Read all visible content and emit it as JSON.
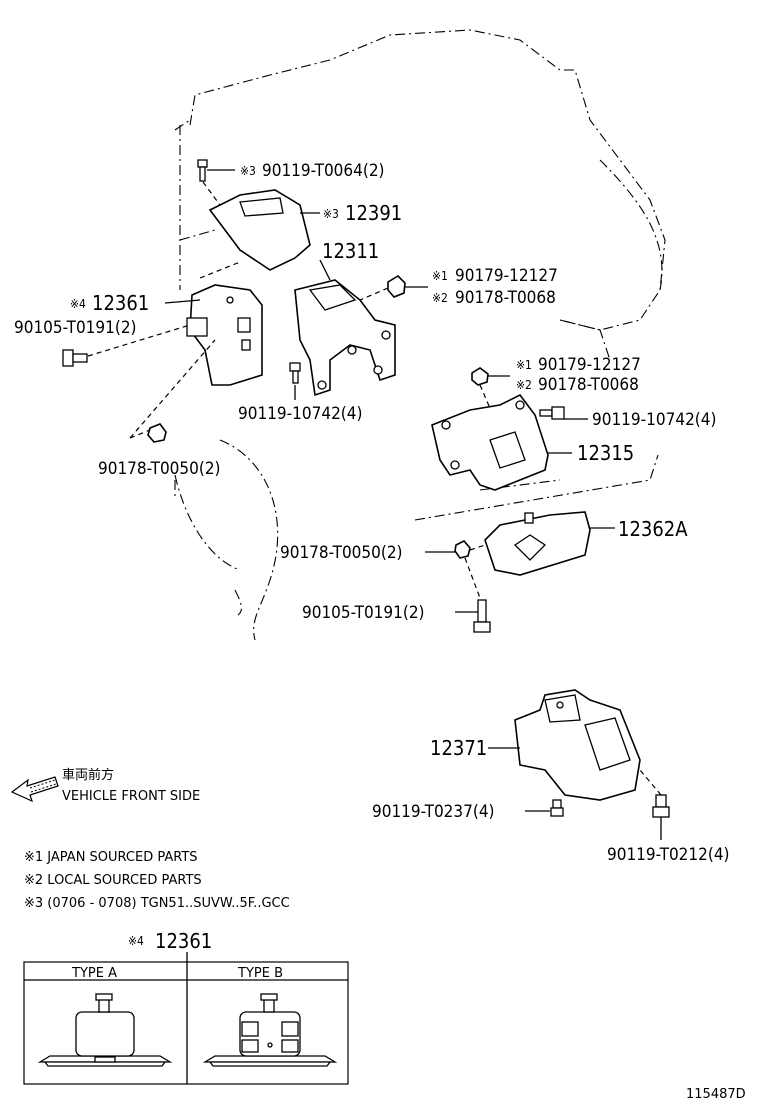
{
  "figure_id": "115487D",
  "callouts": [
    {
      "id": "c1",
      "mark": "※3",
      "text": "90119-T0064(2)"
    },
    {
      "id": "c2",
      "mark": "※3",
      "text": "12391"
    },
    {
      "id": "c3",
      "mark": "",
      "text": "12311"
    },
    {
      "id": "c4",
      "mark": "※1",
      "text": "90179-12127"
    },
    {
      "id": "c5",
      "mark": "※2",
      "text": "90178-T0068"
    },
    {
      "id": "c6",
      "mark": "※4",
      "text": "12361"
    },
    {
      "id": "c7",
      "mark": "",
      "text": "90105-T0191(2)"
    },
    {
      "id": "c8",
      "mark": "",
      "text": "90119-10742(4)"
    },
    {
      "id": "c9",
      "mark": "",
      "text": "90178-T0050(2)"
    },
    {
      "id": "c10",
      "mark": "※1",
      "text": "90179-12127"
    },
    {
      "id": "c11",
      "mark": "※2",
      "text": "90178-T0068"
    },
    {
      "id": "c12",
      "mark": "",
      "text": "90119-10742(4)"
    },
    {
      "id": "c13",
      "mark": "",
      "text": "12315"
    },
    {
      "id": "c14",
      "mark": "",
      "text": "12362A"
    },
    {
      "id": "c15",
      "mark": "",
      "text": "90178-T0050(2)"
    },
    {
      "id": "c16",
      "mark": "",
      "text": "90105-T0191(2)"
    },
    {
      "id": "c17",
      "mark": "",
      "text": "12371"
    },
    {
      "id": "c18",
      "mark": "",
      "text": "90119-T0237(4)"
    },
    {
      "id": "c19",
      "mark": "",
      "text": "90119-T0212(4)"
    }
  ],
  "front": {
    "jp": "車両前方",
    "en": "VEHICLE FRONT SIDE"
  },
  "notes": [
    "※1 JAPAN SOURCED PARTS",
    "※2 LOCAL SOURCED PARTS",
    "※3 (0706 - 0708) TGN51..SUVW..5F..GCC"
  ],
  "type_table": {
    "mark": "※4",
    "part": "12361",
    "types": [
      "TYPE  A",
      "TYPE  B"
    ]
  }
}
